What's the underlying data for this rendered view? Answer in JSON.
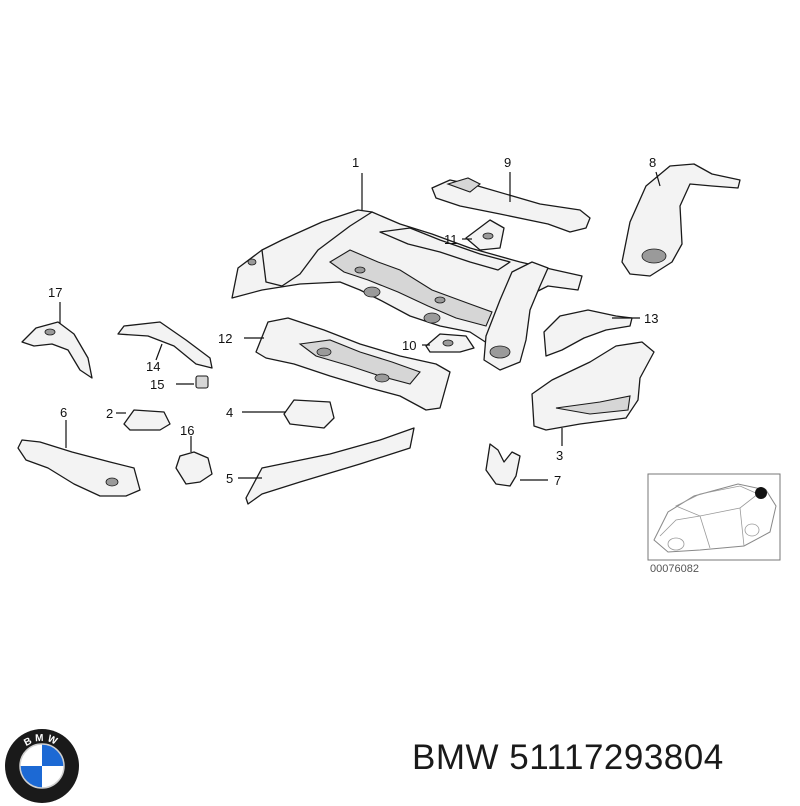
{
  "callouts": {
    "c1": "1",
    "c2": "2",
    "c3": "3",
    "c4": "4",
    "c5": "5",
    "c6": "6",
    "c7": "7",
    "c8": "8",
    "c9": "9",
    "c10": "10",
    "c11": "11",
    "c12": "12",
    "c13": "13",
    "c14": "14",
    "c15": "15",
    "c16": "16",
    "c17": "17"
  },
  "reference_number": "00076082",
  "logo": {
    "icon": "bmw-roundel-icon",
    "letters": "BMW",
    "colors": {
      "blue": "#1c69d4",
      "ring": "#1a1a1a",
      "white": "#ffffff"
    }
  },
  "caption": {
    "brand": "BMW",
    "part_number": "51117293804"
  }
}
